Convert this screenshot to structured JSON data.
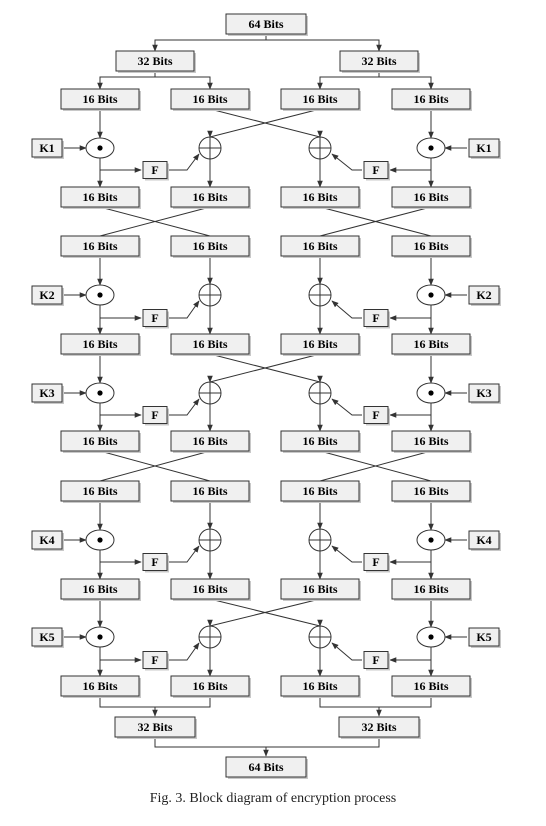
{
  "labels": {
    "bits64": "64 Bits",
    "bits32": "32 Bits",
    "bits16": "16 Bits",
    "f": "F",
    "keys": [
      "K1",
      "K2",
      "K3",
      "K4",
      "K5"
    ]
  },
  "caption": "Fig. 3.  Block diagram of encryption process",
  "colors": {
    "box_fill": "#f0f0f0",
    "box_stroke": "#333333",
    "line": "#333333",
    "text": "#000000"
  }
}
